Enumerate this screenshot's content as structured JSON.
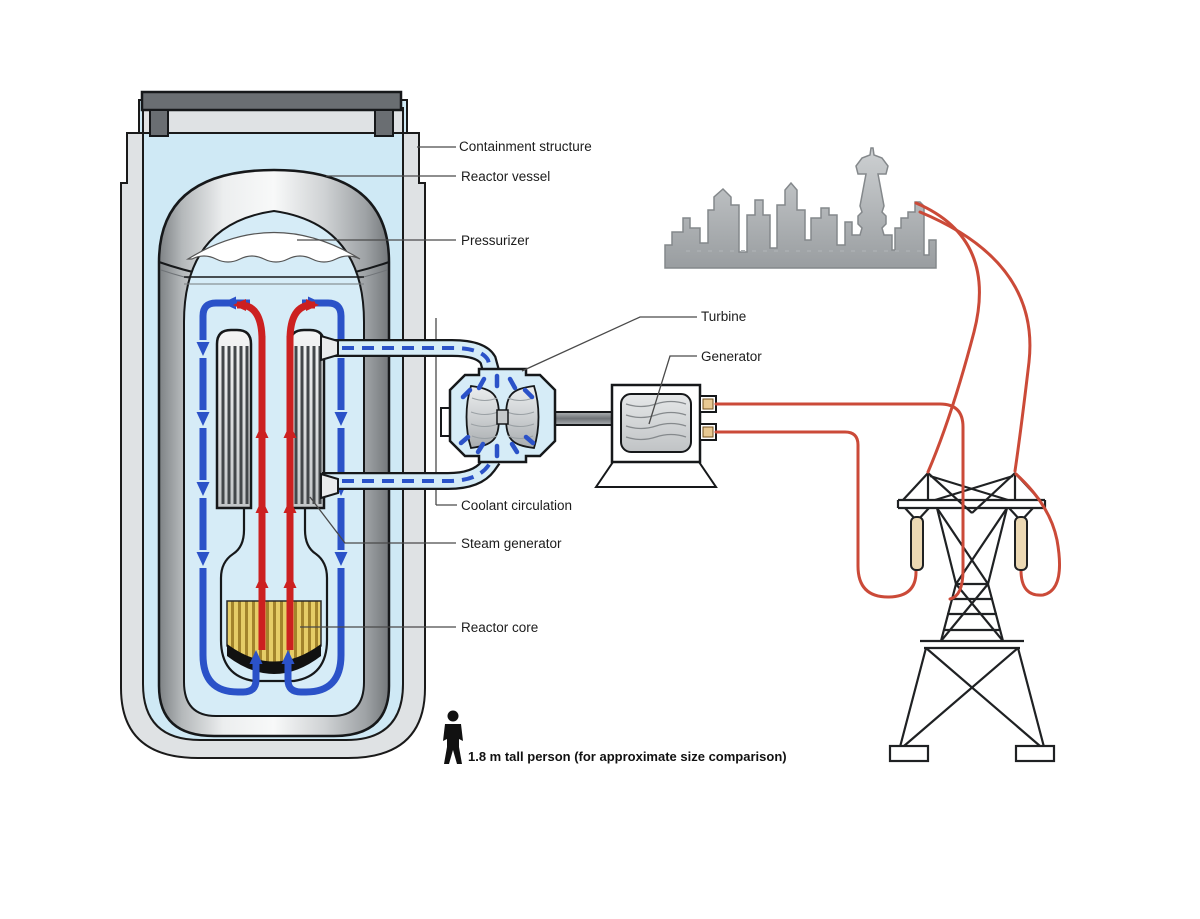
{
  "diagram": {
    "labels": {
      "containment": "Containment structure",
      "reactor_vessel": "Reactor vessel",
      "pressurizer": "Pressurizer",
      "turbine": "Turbine",
      "generator": "Generator",
      "coolant": "Coolant circulation",
      "steam_generator": "Steam generator",
      "reactor_core": "Reactor core",
      "scale_caption": "1.8 m tall person (for approximate size comparison)"
    },
    "colors": {
      "interior_blue": "#cfe9f5",
      "coolant_blue": "#2b52c8",
      "hot_red": "#cc2020",
      "wire_red": "#cb4a38",
      "core_yellow": "#e6cd67",
      "containment_cap_gray": "#6a6e72",
      "metal_gray": "#c9ccce",
      "insulator_tan": "#ecd9b4"
    },
    "icons": {
      "person": "person-icon",
      "city": "city-skyline",
      "tower": "transmission-tower"
    }
  }
}
